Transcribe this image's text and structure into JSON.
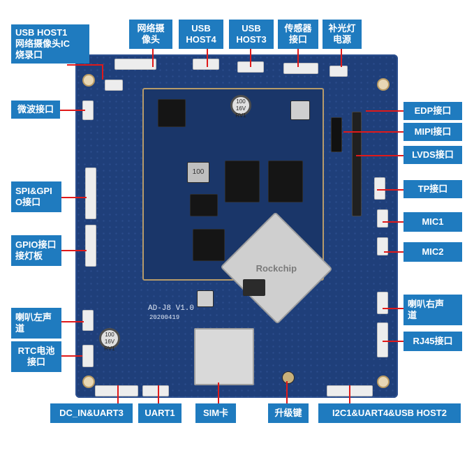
{
  "board": {
    "silk_model": "AD-J8 V1.0",
    "silk_date": "20200419",
    "soc_brand": "Rockchip",
    "cap_label": "100\n16V\nRV1",
    "inductor_label": "100"
  },
  "callouts": {
    "usb_host1": "USB HOST1\n网络摄像头IC\n烧录口",
    "net_camera": "网络摄\n像头",
    "usb_host4": "USB\nHOST4",
    "usb_host3": "USB\nHOST3",
    "sensor": "传感器\n接口",
    "fill_light": "补光灯\n电源",
    "microwave": "微波接口",
    "edp": "EDP接口",
    "mipi": "MIPI接口",
    "lvds": "LVDS接口",
    "spi_gpio": "SPI&GPI\nO接口",
    "tp": "TP接口",
    "mic1": "MIC1",
    "gpio_light": "GPIO接口\n接灯板",
    "mic2": "MIC2",
    "spk_left": "喇叭左声\n道",
    "spk_right": "喇叭右声\n道",
    "rtc": "RTC电池\n接口",
    "rj45": "RJ45接口",
    "dc_in": "DC_IN&UART3",
    "uart1": "UART1",
    "sim": "SIM卡",
    "upgrade": "升级键",
    "i2c": "I2C1&UART4&USB HOST2"
  }
}
